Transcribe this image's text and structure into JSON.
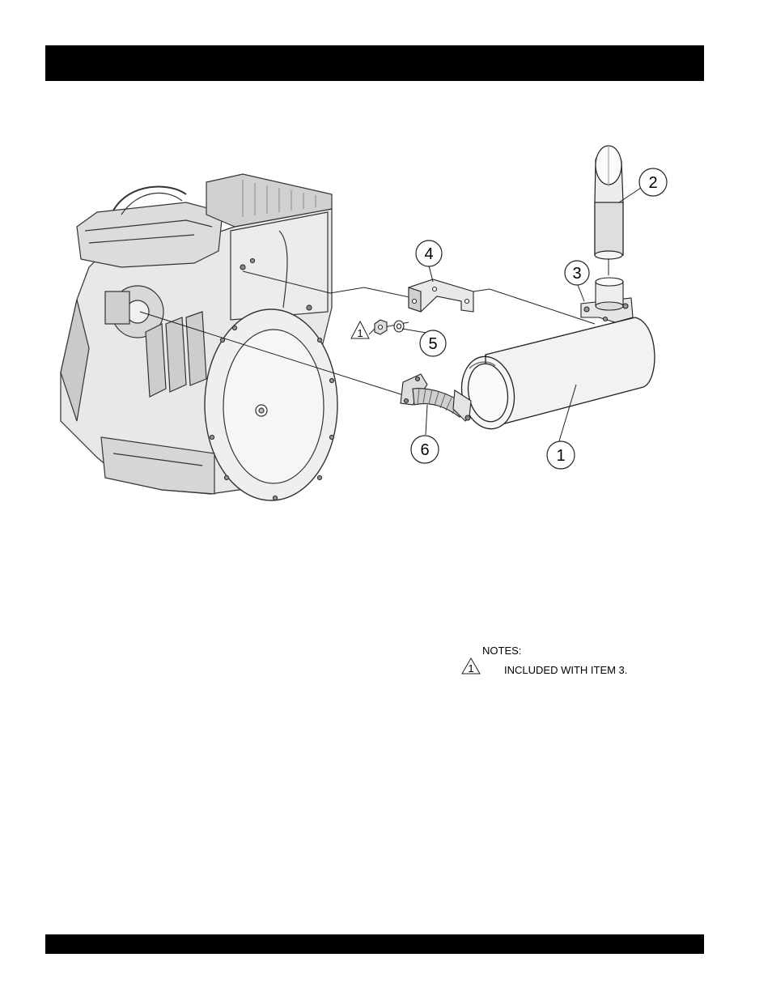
{
  "header": {
    "title": ""
  },
  "footer": {
    "text": ""
  },
  "callouts": [
    {
      "id": "1",
      "label": "1"
    },
    {
      "id": "2",
      "label": "2"
    },
    {
      "id": "3",
      "label": "3"
    },
    {
      "id": "4",
      "label": "4"
    },
    {
      "id": "5",
      "label": "5"
    },
    {
      "id": "6",
      "label": "6"
    }
  ],
  "note_flag": {
    "label": "1"
  },
  "notes": {
    "title": "NOTES:",
    "flag_label": "1",
    "item_text": "INCLUDED WITH ITEM 3."
  },
  "colors": {
    "bar": "#000000",
    "line": "#222222",
    "engine_fill": "#e6e6e6",
    "engine_shade": "#b5b5b5",
    "muffler_fill": "#f2f2f2"
  }
}
